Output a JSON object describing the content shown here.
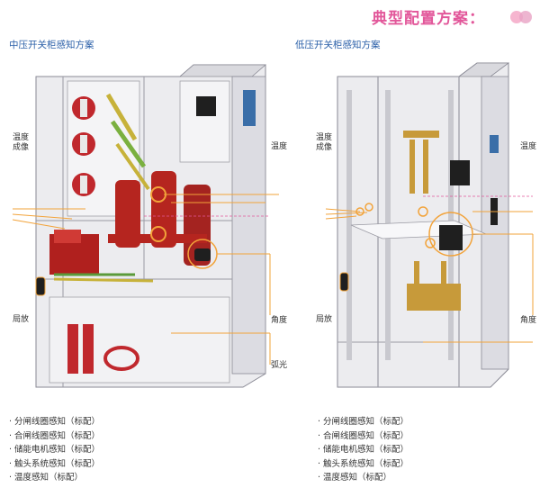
{
  "header": {
    "title": "典型配置方案："
  },
  "medium": {
    "title": "中压开关柜感知方案",
    "labels": {
      "temp_image": [
        "温度",
        "成像"
      ],
      "temp": "温度",
      "pd": "局放",
      "angle": "角度",
      "arc": "弧光"
    },
    "bullets": [
      "· 分闸线圈感知（标配）",
      "· 合闸线圈感知（标配）",
      "· 储能电机感知（标配）",
      "· 触头系统感知（标配）",
      "· 温度感知（标配）"
    ]
  },
  "low": {
    "title": "低压开关柜感知方案",
    "labels": {
      "temp_image": [
        "温度",
        "成像"
      ],
      "temp": "温度",
      "pd": "局放",
      "angle": "角度"
    },
    "bullets": [
      "· 分闸线圈感知（标配）",
      "· 合闸线圈感知（标配）",
      "· 储能电机感知（标配）",
      "· 触头系统感知（标配）",
      "· 温度感知（标配）"
    ]
  },
  "colors": {
    "accent": "#e2579a",
    "title_blue": "#2a5fa8",
    "callout": "#f2a33a",
    "red": "#c0282d",
    "copper": "#c79a3a"
  }
}
